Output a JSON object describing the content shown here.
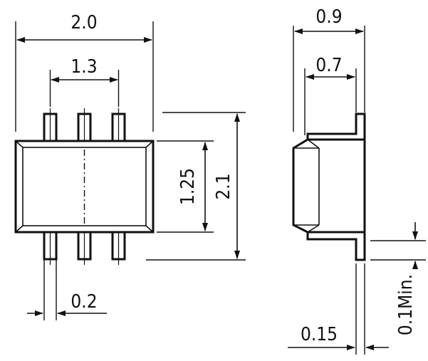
{
  "dimensions": {
    "width": "2.0",
    "pitch": "1.3",
    "body_length": "1.25",
    "overall_length": "2.1",
    "lead_width": "0.2",
    "height": "0.9",
    "body_height": "0.7",
    "lead_thickness": "0.15",
    "standoff": "0.1Min."
  },
  "colors": {
    "line": "#111111",
    "background": "#ffffff"
  }
}
